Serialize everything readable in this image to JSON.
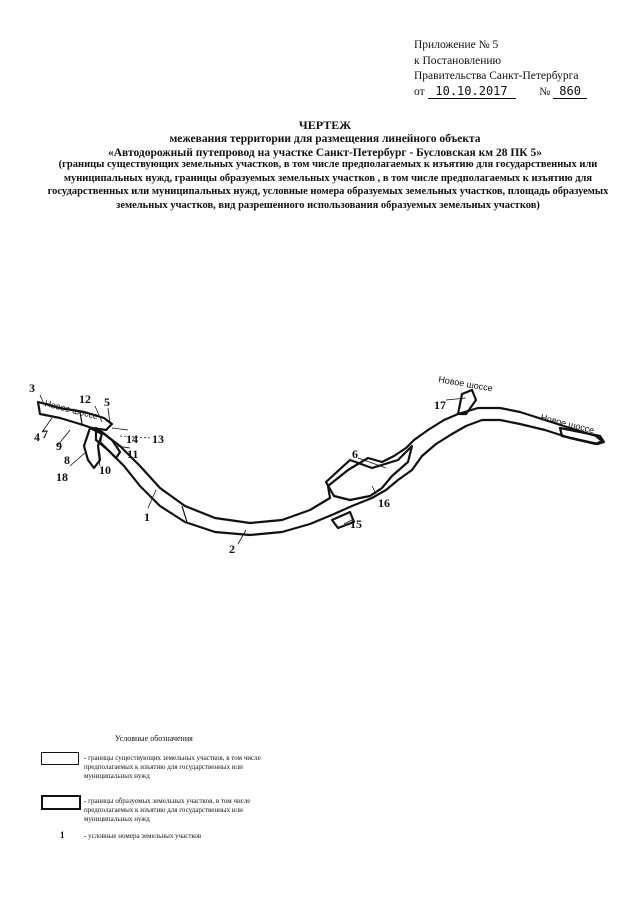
{
  "appendix": {
    "line1": "Приложение № 5",
    "line2": "к Постановлению",
    "line3": "Правительства Санкт-Петербурга",
    "date_prefix": "от",
    "date": "10.10.2017",
    "number_prefix": "№",
    "number": "860"
  },
  "title": {
    "heading": "ЧЕРТЕЖ",
    "line1": "межевания территории для размещения линейного объекта",
    "line2": "«Автодорожный путепровод на участке Санкт-Петербург - Бусловская км 28 ПК 5»",
    "description": "(границы существующих земельных участков, в том числе предполагаемых к изъятию для государственных или муниципальных нужд, границы образуемых земельных участков , в том числе предполагаемых к изъятию для государственных или муниципальных нужд, условные номера образуемых земельных участков, площадь образуемых земельных участков, вид разрешенного использования образуемых земельных участков)"
  },
  "map": {
    "road_label": "Новое шоссе",
    "parcel_numbers": [
      "1",
      "2",
      "3",
      "4",
      "5",
      "6",
      "7",
      "8",
      "9",
      "10",
      "11",
      "12",
      "13",
      "14",
      "15",
      "16",
      "17",
      "18"
    ]
  },
  "legend": {
    "title": "Условные обозначения",
    "items": [
      {
        "text": "- границы существующих земельных участков, в том числе предполагаемых к изъятию для государственных или муниципальных нужд"
      },
      {
        "text": "- границы образуемых земельных участков, в том числе предполагаемых к изъятию для государственных или муниципальных нужд"
      },
      {
        "symbol": "1",
        "text": "- условные номера земельных участков"
      }
    ]
  }
}
